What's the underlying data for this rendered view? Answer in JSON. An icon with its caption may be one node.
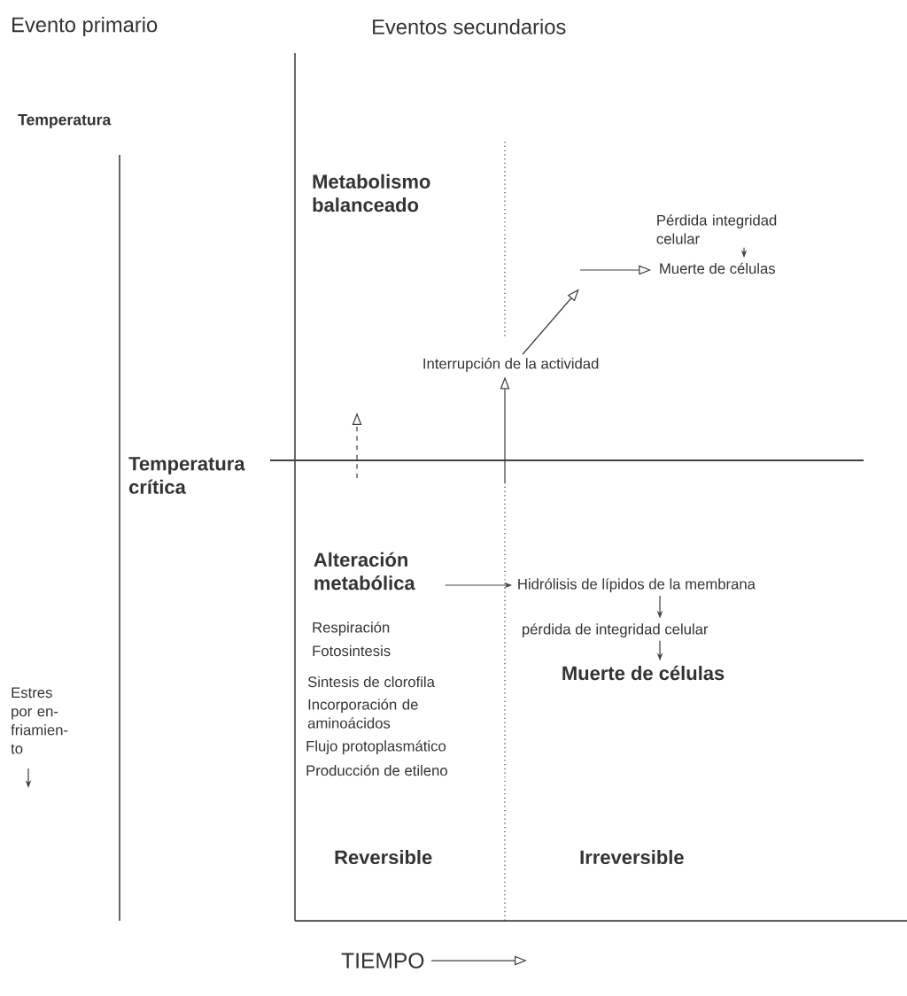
{
  "diagram": {
    "nodes": [
      {
        "text": [
          "Interrupción de la actividad"
        ]
      },
      {
        "text": [
          "Pérdida integridad celular"
        ]
      },
      {
        "text": [
          "Muerte de células"
        ]
      },
      {
        "text": [
          "Alteración metabólica"
        ]
      },
      {
        "text": [
          "Hidrólisis de lípidos de la membrana"
        ]
      },
      {
        "text": [
          "pérdida de integridad celular"
        ]
      },
      {
        "text": [
          "Muerte de células"
        ]
      }
    ],
    "edges": [
      {
        "from": null,
        "to": 0,
        "arrow": "to"
      },
      {
        "from": 0,
        "to": null,
        "arrow": "to"
      },
      {
        "from": null,
        "to": 1,
        "arrow": "to"
      },
      {
        "from": 1,
        "to": 2,
        "arrow": "to"
      },
      {
        "from": 3,
        "to": 4,
        "arrow": "to"
      },
      {
        "from": 4,
        "to": 5,
        "arrow": "to"
      },
      {
        "from": 5,
        "to": 6,
        "arrow": "to"
      }
    ],
    "labels": [
      "Evento primario",
      "Eventos secundarios",
      "Temperatura",
      "Metabolismo balanceado",
      "Temperatura crítica",
      "Respiración",
      "Fotosintesis",
      "Sintesis de clorofila",
      "Incorporación de aminoácidos",
      "Estres por en- friamien- to",
      "Flujo protoplasmático",
      "Producción de etileno",
      "Reversible",
      "Irreversible",
      "TIEMPO"
    ]
  }
}
